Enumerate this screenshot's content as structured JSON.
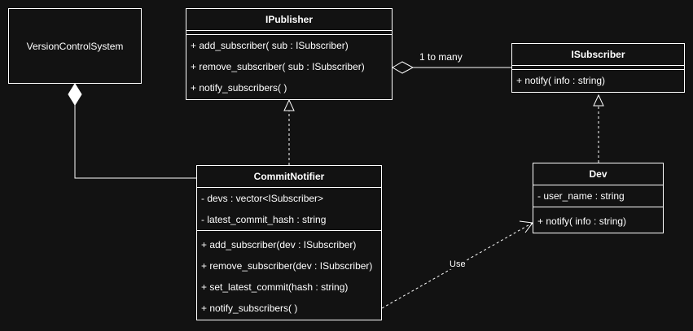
{
  "classes": {
    "vcs": {
      "title": "VersionControlSystem"
    },
    "ipublisher": {
      "title": "IPublisher",
      "methods": [
        "+ add_subscriber( sub : ISubscriber)",
        "+ remove_subscriber( sub : ISubscriber)",
        "+ notify_subscribers( )"
      ]
    },
    "isubscriber": {
      "title": "ISubscriber",
      "methods": [
        "+ notify( info : string)"
      ]
    },
    "commit_notifier": {
      "title": "CommitNotifier",
      "attributes": [
        "- devs : vector<ISubscriber>",
        "- latest_commit_hash : string"
      ],
      "methods": [
        "+ add_subscriber(dev : ISubscriber)",
        "+ remove_subscriber(dev : ISubscriber)",
        "+ set_latest_commit(hash : string)",
        "+ notify_subscribers( )"
      ]
    },
    "dev": {
      "title": "Dev",
      "attributes": [
        "- user_name : string"
      ],
      "methods": [
        "+ notify( info : string)"
      ]
    }
  },
  "edges": {
    "aggregation_label": "1 to many",
    "use_label": "Use"
  },
  "colors": {
    "background": "#121212",
    "stroke": "#ffffff"
  }
}
